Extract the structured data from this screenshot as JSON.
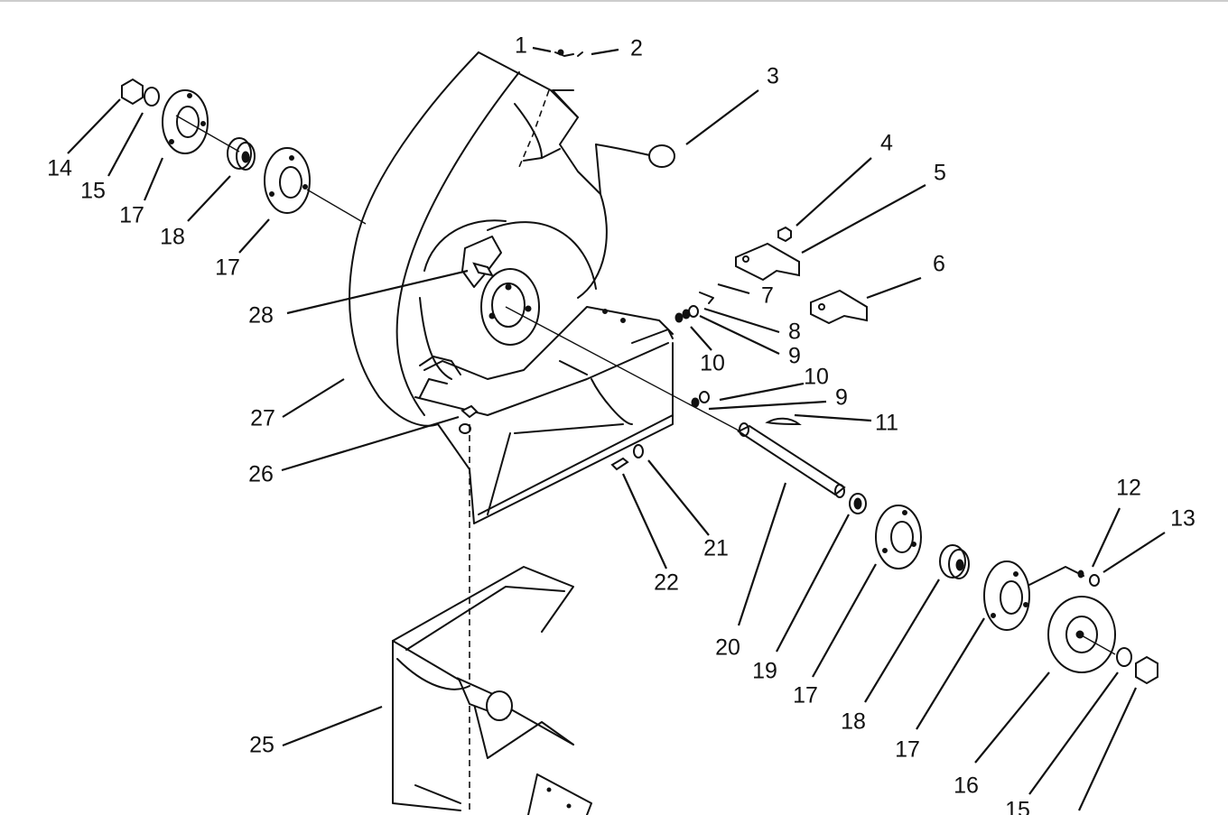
{
  "diagram": {
    "labels": [
      {
        "id": "l1",
        "text": "1"
      },
      {
        "id": "l2",
        "text": "2"
      },
      {
        "id": "l3",
        "text": "3"
      },
      {
        "id": "l4",
        "text": "4"
      },
      {
        "id": "l5",
        "text": "5"
      },
      {
        "id": "l6",
        "text": "6"
      },
      {
        "id": "l7",
        "text": "7"
      },
      {
        "id": "l8",
        "text": "8"
      },
      {
        "id": "l9a",
        "text": "9"
      },
      {
        "id": "l10a",
        "text": "10"
      },
      {
        "id": "l10b",
        "text": "10"
      },
      {
        "id": "l9b",
        "text": "9"
      },
      {
        "id": "l11",
        "text": "11"
      },
      {
        "id": "l12",
        "text": "12"
      },
      {
        "id": "l13",
        "text": "13"
      },
      {
        "id": "l14",
        "text": "14"
      },
      {
        "id": "l15a",
        "text": "15"
      },
      {
        "id": "l17a",
        "text": "17"
      },
      {
        "id": "l18a",
        "text": "18"
      },
      {
        "id": "l17b",
        "text": "17"
      },
      {
        "id": "l28",
        "text": "28"
      },
      {
        "id": "l27",
        "text": "27"
      },
      {
        "id": "l26",
        "text": "26"
      },
      {
        "id": "l22",
        "text": "22"
      },
      {
        "id": "l21",
        "text": "21"
      },
      {
        "id": "l20",
        "text": "20"
      },
      {
        "id": "l19",
        "text": "19"
      },
      {
        "id": "l17c",
        "text": "17"
      },
      {
        "id": "l18b",
        "text": "18"
      },
      {
        "id": "l17d",
        "text": "17"
      },
      {
        "id": "l16",
        "text": "16"
      },
      {
        "id": "l15b",
        "text": "15"
      },
      {
        "id": "l25",
        "text": "25"
      }
    ]
  }
}
